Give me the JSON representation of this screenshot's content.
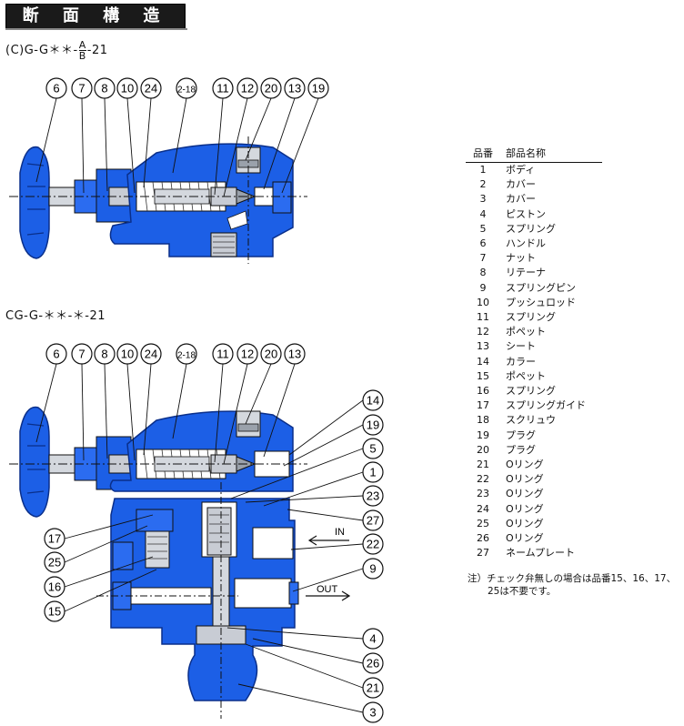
{
  "title": "断 面 構 造 図",
  "model_top": {
    "prefix": "(C)G-G＊＊-",
    "numerator": "A",
    "denominator": "B",
    "suffix": "-21"
  },
  "model_bottom": "CG-G-＊＊-＊-21",
  "top_callouts": [
    "6",
    "7",
    "8",
    "10",
    "24",
    "2-18",
    "11",
    "12",
    "20",
    "13",
    "19"
  ],
  "bottom_callouts_top": [
    "6",
    "7",
    "8",
    "10",
    "24",
    "2-18",
    "11",
    "12",
    "20",
    "13"
  ],
  "bottom_callouts_right": [
    "14",
    "19",
    "5",
    "1",
    "23",
    "27",
    "22",
    "9",
    "4",
    "26",
    "21",
    "3"
  ],
  "bottom_callouts_left": [
    "17",
    "25",
    "16",
    "15"
  ],
  "flow_in": "IN",
  "flow_out": "OUT",
  "table": {
    "headers": [
      "品番",
      "部品名称"
    ],
    "rows": [
      {
        "no": "1",
        "name": "ボディ"
      },
      {
        "no": "2",
        "name": "カバー"
      },
      {
        "no": "3",
        "name": "カバー"
      },
      {
        "no": "4",
        "name": "ピストン"
      },
      {
        "no": "5",
        "name": "スプリング"
      },
      {
        "no": "6",
        "name": "ハンドル"
      },
      {
        "no": "7",
        "name": "ナット"
      },
      {
        "no": "8",
        "name": "リテーナ"
      },
      {
        "no": "9",
        "name": "スプリングピン"
      },
      {
        "no": "10",
        "name": "プッシュロッド"
      },
      {
        "no": "11",
        "name": "スプリング"
      },
      {
        "no": "12",
        "name": "ポペット"
      },
      {
        "no": "13",
        "name": "シート"
      },
      {
        "no": "14",
        "name": "カラー"
      },
      {
        "no": "15",
        "name": "ポペット"
      },
      {
        "no": "16",
        "name": "スプリング"
      },
      {
        "no": "17",
        "name": "スプリングガイド"
      },
      {
        "no": "18",
        "name": "スクリュウ"
      },
      {
        "no": "19",
        "name": "プラグ"
      },
      {
        "no": "20",
        "name": "プラグ"
      },
      {
        "no": "21",
        "name": "Oリング"
      },
      {
        "no": "22",
        "name": "Oリング"
      },
      {
        "no": "23",
        "name": "Oリング"
      },
      {
        "no": "24",
        "name": "Oリング"
      },
      {
        "no": "25",
        "name": "Oリング"
      },
      {
        "no": "26",
        "name": "Oリング"
      },
      {
        "no": "27",
        "name": "ネームプレート"
      }
    ]
  },
  "note_line1": "注）チェック弁無しの場合は品番15、16、17、",
  "note_line2": "25は不要です。",
  "colors": {
    "body_blue": "#1c5fe6",
    "dark_blue": "#0a2f8a",
    "steel_gray": "#c8ccd4",
    "line": "#111111"
  }
}
